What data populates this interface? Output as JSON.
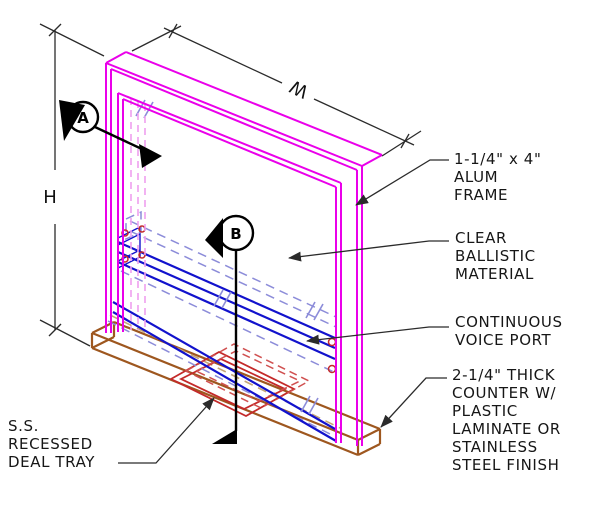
{
  "callouts": {
    "alum_frame": {
      "line1": "1-1/4\" x 4\"",
      "line2": "ALUM",
      "line3": "FRAME"
    },
    "ballistic": {
      "line1": "CLEAR",
      "line2": "BALLISTIC",
      "line3": "MATERIAL"
    },
    "voice_port": {
      "line1": "CONTINUOUS",
      "line2": "VOICE PORT"
    },
    "counter": {
      "line1": "2-1/4\" THICK",
      "line2": "COUNTER W/",
      "line3": "PLASTIC",
      "line4": "LAMINATE OR",
      "line5": "STAINLESS",
      "line6": "STEEL FINISH"
    },
    "deal_tray": {
      "line1": "S.S.",
      "line2": "RECESSED",
      "line3": "DEAL TRAY"
    }
  },
  "dimensions": {
    "height_label": "H",
    "width_label": "W"
  },
  "section_markers": {
    "marker_a": "A",
    "marker_b": "B"
  },
  "colors": {
    "background": "#FFFFFF",
    "frame": "#EA00EA",
    "frame_hidden": "#EFA0EF",
    "glazing": "#1212CC",
    "glazing_hidden": "#8C8CD9",
    "deal_tray": "#C42A2A",
    "deal_tray_hidden": "#D05050",
    "counter": "#9E571F",
    "counter_hidden": "#C4A576",
    "linework": "#2B2B2B",
    "section_black": "#000000"
  }
}
